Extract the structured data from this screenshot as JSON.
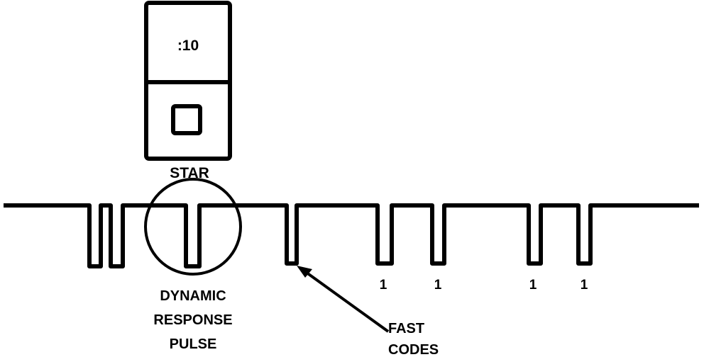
{
  "display": {
    "time_text": ":10",
    "label": "STAR"
  },
  "annotations": {
    "dynamic_response": [
      "DYNAMIC",
      "RESPONSE",
      "PULSE"
    ],
    "fast_codes": [
      "FAST",
      "CODES"
    ],
    "bit_labels": [
      "1",
      "1",
      "1",
      "1"
    ]
  },
  "colors": {
    "ink": "#000000",
    "background": "#ffffff"
  }
}
